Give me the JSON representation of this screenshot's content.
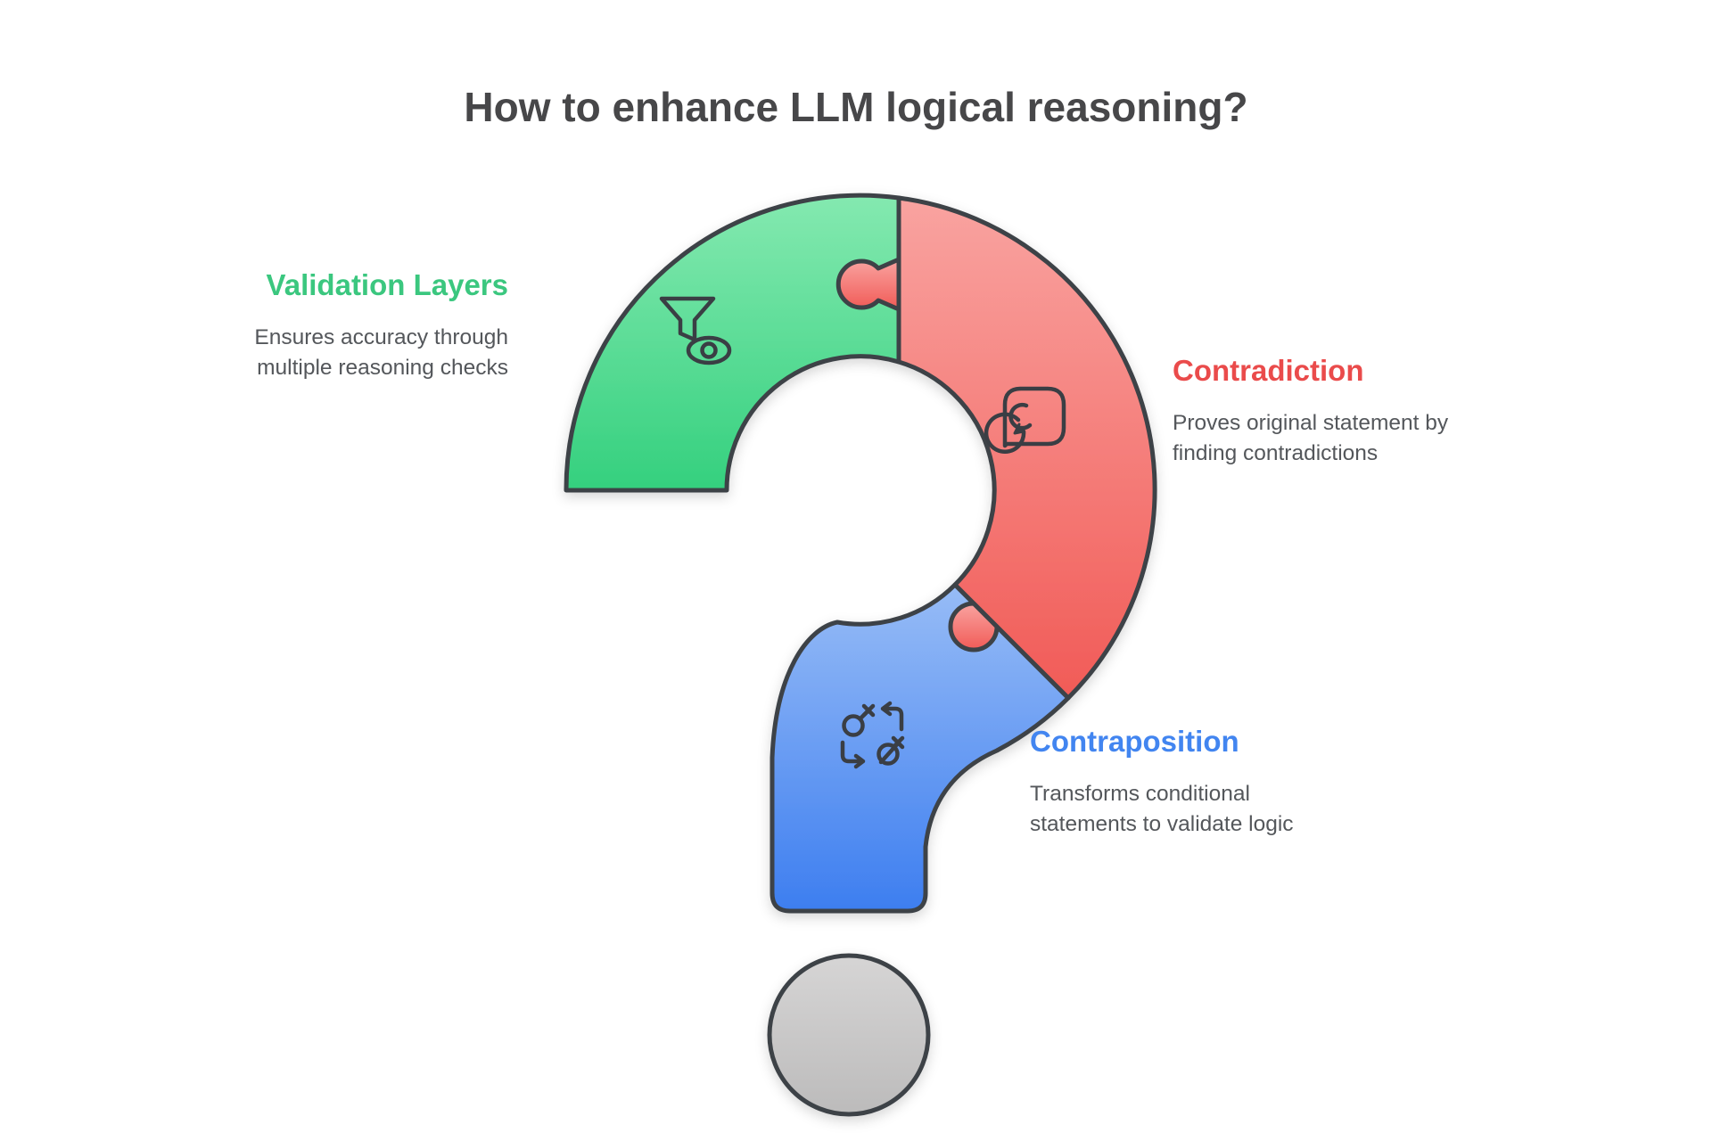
{
  "title": "How to enhance LLM logical reasoning?",
  "sections": [
    {
      "id": "validation-layers",
      "heading": "Validation Layers",
      "lines": [
        "Ensures accuracy through",
        "multiple reasoning checks"
      ],
      "color": "#3bc77f",
      "icon": "filter-eye-icon"
    },
    {
      "id": "contradiction",
      "heading": "Contradiction",
      "lines": [
        "Proves original statement by",
        "finding contradictions"
      ],
      "color": "#ea4b4b",
      "icon": "speech-cycle-icon"
    },
    {
      "id": "contraposition",
      "heading": "Contraposition",
      "lines": [
        "Transforms conditional",
        "statements to validate logic"
      ],
      "color": "#4285f0",
      "icon": "transform-arrows-icon"
    }
  ],
  "figure": {
    "type": "question-mark-puzzle",
    "piece_colors": {
      "validation": "#4fd98d",
      "contradiction": "#f4807b",
      "contraposition": "#5f95f2",
      "dot": "#c9c8c8"
    },
    "outline_color": "#3e4247"
  }
}
